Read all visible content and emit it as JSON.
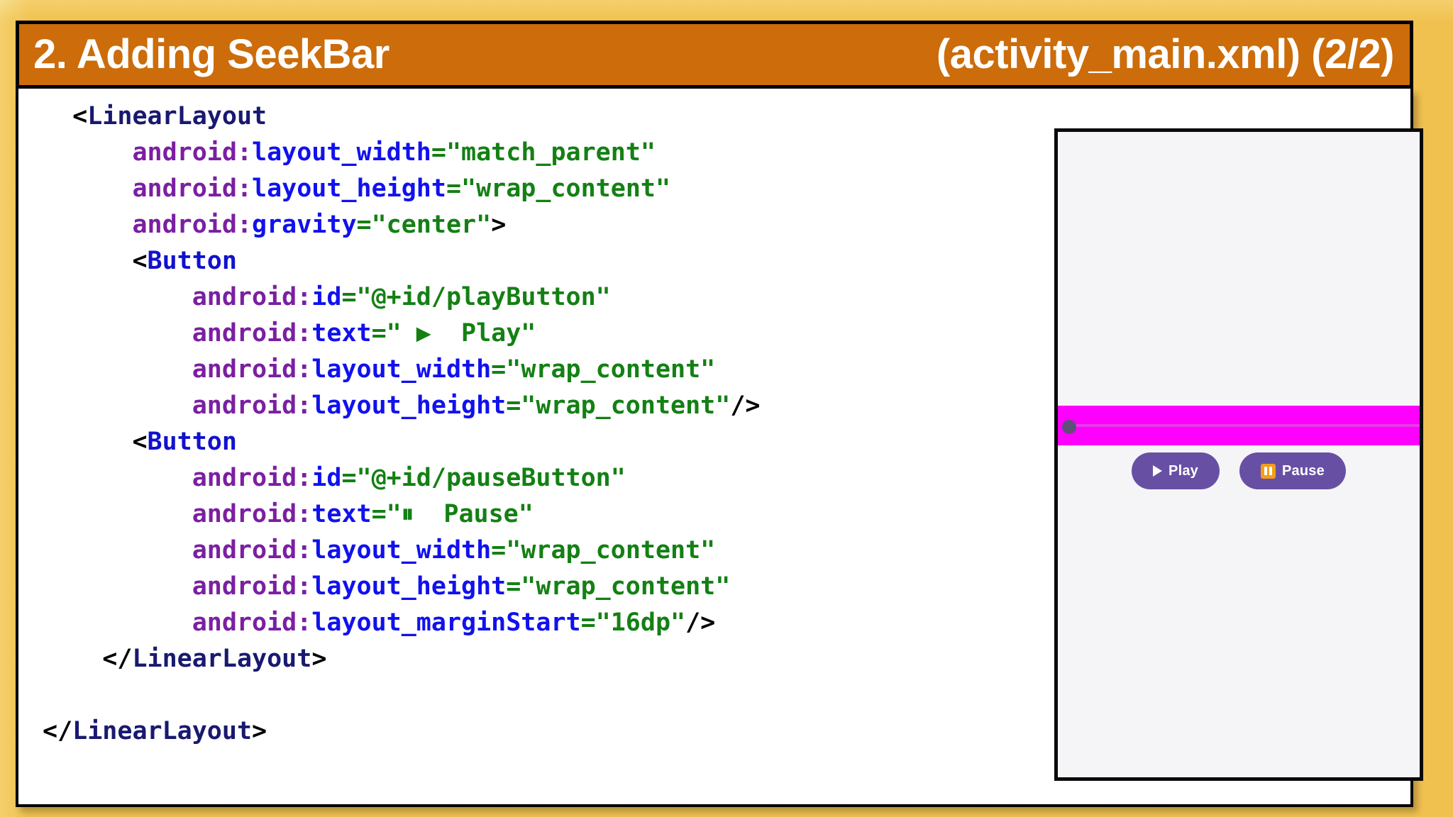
{
  "slide": {
    "background_color": "#f8de8f",
    "header": {
      "background_color": "#cc6c0a",
      "text_color": "#ffffff",
      "title_left": "2. Adding SeekBar",
      "title_right": "(activity_main.xml) (2/2)"
    }
  },
  "code": {
    "language": "xml",
    "colors": {
      "tag": "#191970",
      "tag_button": "#1111cc",
      "bracket": "#000000",
      "namespace": "#7b1fa2",
      "attribute": "#1111ee",
      "value": "#148014"
    },
    "lines": [
      {
        "indent": 1,
        "parts": [
          {
            "c": "brk",
            "t": "<"
          },
          {
            "c": "tag",
            "t": "LinearLayout"
          }
        ]
      },
      {
        "indent": 3,
        "parts": [
          {
            "c": "ns",
            "t": "android:"
          },
          {
            "c": "attr",
            "t": "layout_width"
          },
          {
            "c": "val",
            "t": "=\"match_parent\""
          }
        ]
      },
      {
        "indent": 3,
        "parts": [
          {
            "c": "ns",
            "t": "android:"
          },
          {
            "c": "attr",
            "t": "layout_height"
          },
          {
            "c": "val",
            "t": "=\"wrap_content\""
          }
        ]
      },
      {
        "indent": 3,
        "parts": [
          {
            "c": "ns",
            "t": "android:"
          },
          {
            "c": "attr",
            "t": "gravity"
          },
          {
            "c": "val",
            "t": "=\"center\""
          },
          {
            "c": "brk",
            "t": ">"
          }
        ]
      },
      {
        "indent": 3,
        "parts": [
          {
            "c": "brk",
            "t": "<"
          },
          {
            "c": "tag2",
            "t": "Button"
          }
        ]
      },
      {
        "indent": 5,
        "parts": [
          {
            "c": "ns",
            "t": "android:"
          },
          {
            "c": "attr",
            "t": "id"
          },
          {
            "c": "val",
            "t": "=\"@+id/playButton\""
          }
        ]
      },
      {
        "indent": 5,
        "parts": [
          {
            "c": "ns",
            "t": "android:"
          },
          {
            "c": "attr",
            "t": "text"
          },
          {
            "c": "val",
            "t": "=\" ▶  Play\""
          }
        ]
      },
      {
        "indent": 5,
        "parts": [
          {
            "c": "ns",
            "t": "android:"
          },
          {
            "c": "attr",
            "t": "layout_width"
          },
          {
            "c": "val",
            "t": "=\"wrap_content\""
          }
        ]
      },
      {
        "indent": 5,
        "parts": [
          {
            "c": "ns",
            "t": "android:"
          },
          {
            "c": "attr",
            "t": "layout_height"
          },
          {
            "c": "val",
            "t": "=\"wrap_content\""
          },
          {
            "c": "brk",
            "t": "/>"
          }
        ]
      },
      {
        "indent": 3,
        "parts": [
          {
            "c": "brk",
            "t": "<"
          },
          {
            "c": "tag2",
            "t": "Button"
          }
        ]
      },
      {
        "indent": 5,
        "parts": [
          {
            "c": "ns",
            "t": "android:"
          },
          {
            "c": "attr",
            "t": "id"
          },
          {
            "c": "val",
            "t": "=\"@+id/pauseButton\""
          }
        ]
      },
      {
        "indent": 5,
        "parts": [
          {
            "c": "ns",
            "t": "android:"
          },
          {
            "c": "attr",
            "t": "text"
          },
          {
            "c": "val",
            "t": "=\"⏸  Pause\""
          }
        ]
      },
      {
        "indent": 5,
        "parts": [
          {
            "c": "ns",
            "t": "android:"
          },
          {
            "c": "attr",
            "t": "layout_width"
          },
          {
            "c": "val",
            "t": "=\"wrap_content\""
          }
        ]
      },
      {
        "indent": 5,
        "parts": [
          {
            "c": "ns",
            "t": "android:"
          },
          {
            "c": "attr",
            "t": "layout_height"
          },
          {
            "c": "val",
            "t": "=\"wrap_content\""
          }
        ]
      },
      {
        "indent": 5,
        "parts": [
          {
            "c": "ns",
            "t": "android:"
          },
          {
            "c": "attr",
            "t": "layout_marginStart"
          },
          {
            "c": "val",
            "t": "=\"16dp\""
          },
          {
            "c": "brk",
            "t": "/>"
          }
        ]
      },
      {
        "indent": 2,
        "parts": [
          {
            "c": "brk",
            "t": "</"
          },
          {
            "c": "tag",
            "t": "LinearLayout"
          },
          {
            "c": "brk",
            "t": ">"
          }
        ]
      },
      {
        "indent": 0,
        "parts": []
      },
      {
        "indent": 0,
        "parts": [
          {
            "c": "brk",
            "t": "</"
          },
          {
            "c": "tag",
            "t": "LinearLayout"
          },
          {
            "c": "brk",
            "t": ">"
          }
        ]
      }
    ]
  },
  "preview": {
    "screen_background": "#f5f5f7",
    "seekbar": {
      "band_color": "#ff00ff",
      "track_color": "#e83ae8",
      "thumb_color": "#5e5078",
      "progress_percent": 0
    },
    "buttons": [
      {
        "name": "play",
        "label": "Play",
        "icon": "play-triangle-icon",
        "color": "#6750a4"
      },
      {
        "name": "pause",
        "label": "Pause",
        "icon": "pause-bars-icon",
        "color": "#6750a4",
        "icon_color": "#f59e18"
      }
    ]
  }
}
